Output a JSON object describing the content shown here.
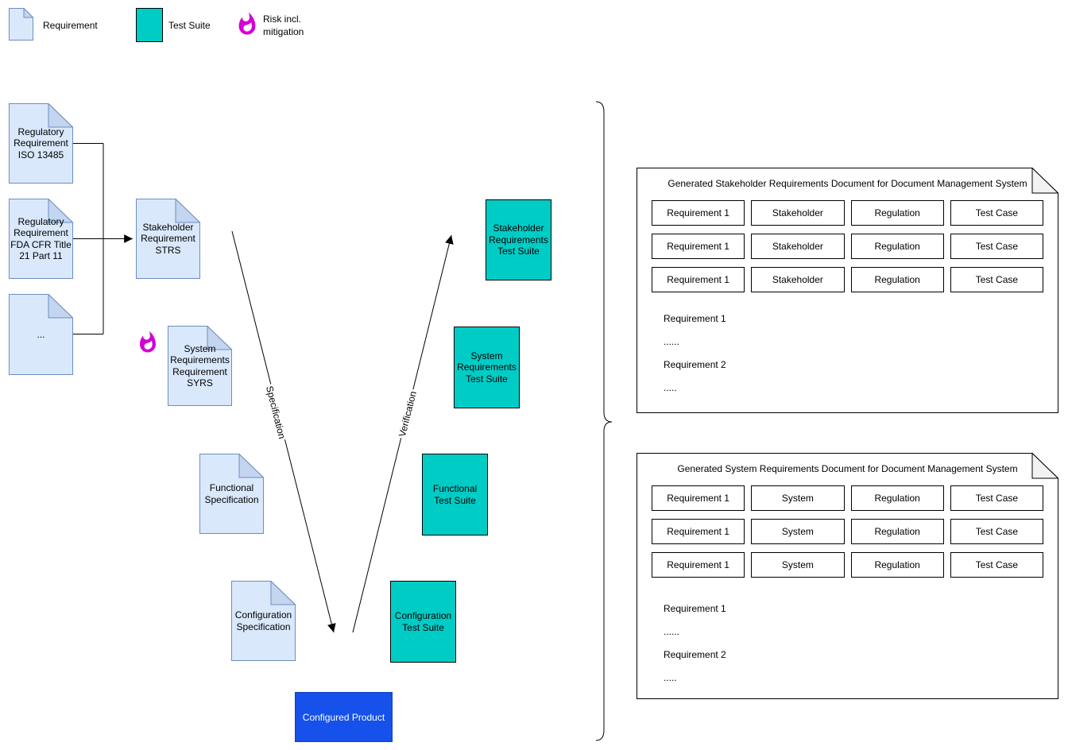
{
  "legend": {
    "requirement_label": "Requirement",
    "test_suite_label": "Test Suite",
    "risk_label_line1": "Risk incl.",
    "risk_label_line2": "mitigation"
  },
  "nodes": {
    "regulatory_iso": "Regulatory\nRequirement\nISO 13485",
    "regulatory_fda": "Regulatory\nRequirement\nFDA CFR Title\n21 Part 11",
    "regulatory_other": "...",
    "stakeholder_requirement": "Stakeholder\nRequirement\nSTRS",
    "system_requirement": "System\nRequirements\nRequirement\nSYRS",
    "functional_specification": "Functional\nSpecification",
    "configuration_specification": "Configuration\nSpecification",
    "stakeholder_test_suite": "Stakeholder\nRequirements\nTest Suite",
    "system_test_suite": "System\nRequirements\nTest Suite",
    "functional_test_suite": "Functional\nTest Suite",
    "configuration_test_suite": "Configuration\nTest Suite",
    "configured_product": "Configured Product"
  },
  "edges": {
    "specification": "Specification",
    "verification": "Verification"
  },
  "generated_docs": [
    {
      "title": "Generated Stakeholder Requirements Document for Document Management System",
      "rows": [
        [
          "Requirement 1",
          "Stakeholder",
          "Regulation",
          "Test Case"
        ],
        [
          "Requirement 1",
          "Stakeholder",
          "Regulation",
          "Test Case"
        ],
        [
          "Requirement 1",
          "Stakeholder",
          "Regulation",
          "Test Case"
        ]
      ],
      "body": [
        "Requirement 1",
        "......",
        "Requirement 2",
        "....."
      ]
    },
    {
      "title": "Generated System Requirements Document for Document Management System",
      "rows": [
        [
          "Requirement 1",
          "System",
          "Regulation",
          "Test Case"
        ],
        [
          "Requirement 1",
          "System",
          "Regulation",
          "Test Case"
        ],
        [
          "Requirement 1",
          "System",
          "Regulation",
          "Test Case"
        ]
      ],
      "body": [
        "Requirement 1",
        "......",
        "Requirement 2",
        "....."
      ]
    }
  ],
  "colors": {
    "requirement_fill": "#dae8fc",
    "requirement_stroke": "#6c8ebf",
    "requirement_fold": "#c3d5ef",
    "test_suite_fill": "#00ccc6",
    "risk_icon": "#d402d4",
    "product_fill": "#1551ea",
    "line_stroke": "#000000"
  }
}
